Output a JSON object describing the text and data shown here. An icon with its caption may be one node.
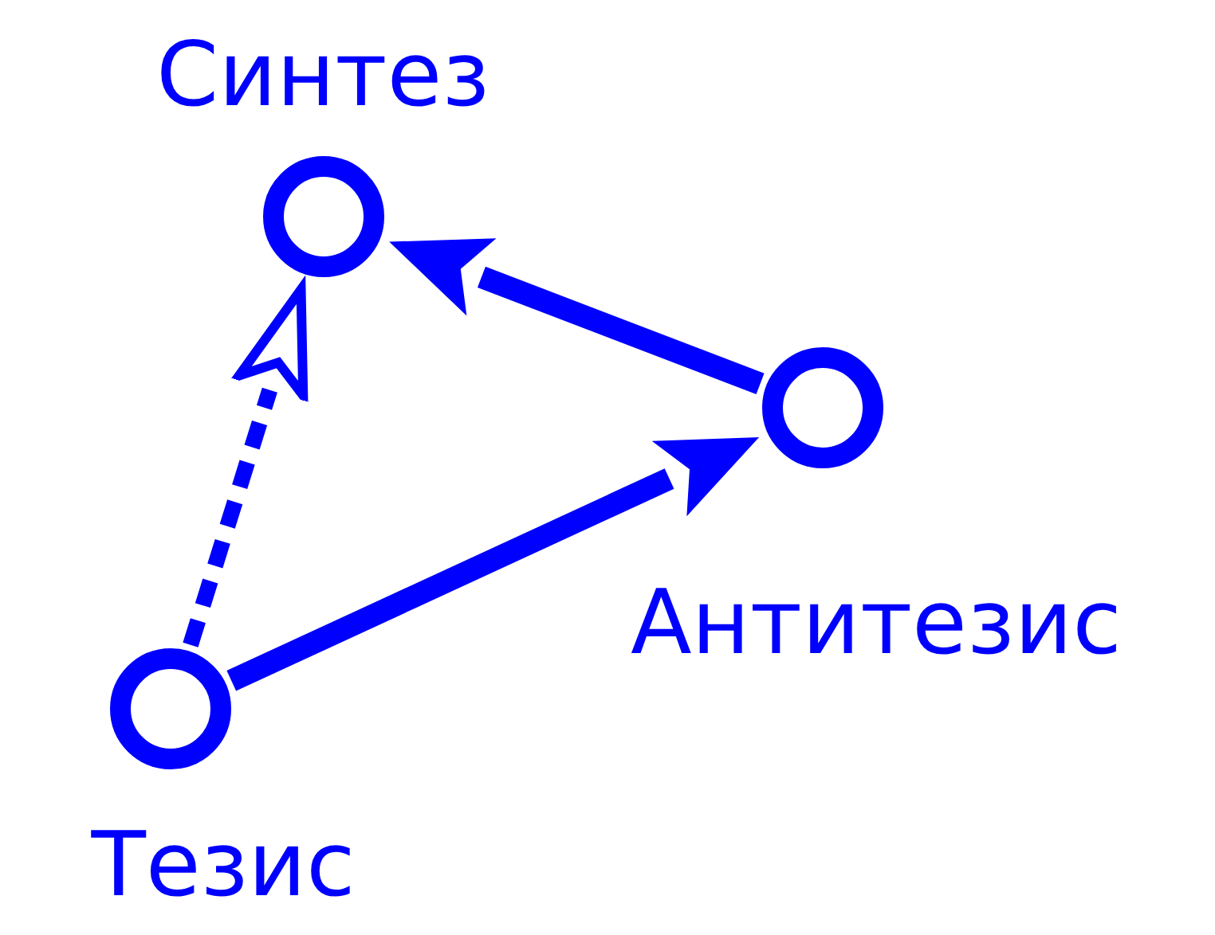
{
  "diagram": {
    "nodes": [
      {
        "text": [
          "Синтез"
        ]
      },
      {
        "text": [
          "Антитезис"
        ]
      },
      {
        "text": [
          "Тезис"
        ]
      }
    ],
    "edges": [
      {
        "from": 2,
        "to": 1,
        "arrow": "to"
      },
      {
        "from": 1,
        "to": 0,
        "arrow": "to"
      },
      {
        "from": 2,
        "to": 0,
        "arrow": "to",
        "style": "dashed"
      }
    ]
  }
}
